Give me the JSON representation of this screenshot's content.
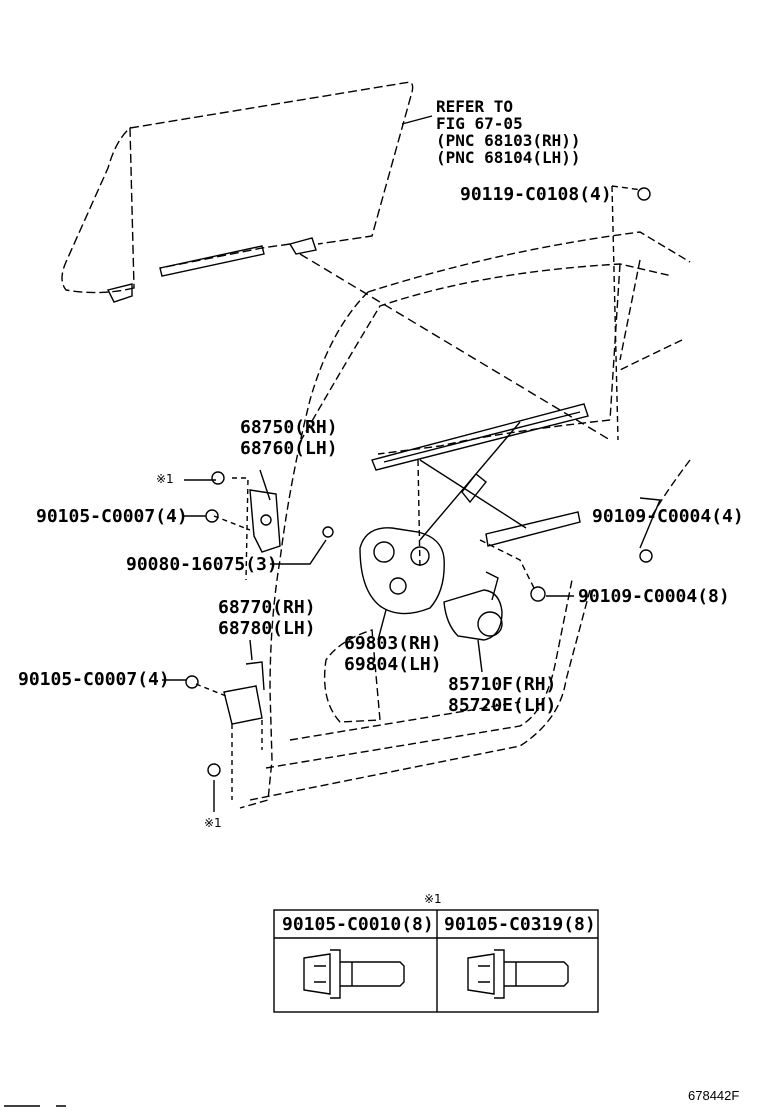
{
  "refer": {
    "line1": "REFER TO",
    "line2": "FIG 67-05",
    "line3": "(PNC 68103(RH))",
    "line4": "(PNC 68104(LH))"
  },
  "labels": {
    "p90119": "90119-C0108(4)",
    "p68750": "68750(RH)",
    "p68760": "68760(LH)",
    "mark1_top": "※1",
    "p90105_a": "90105-C0007(4)",
    "p90080": "90080-16075(3)",
    "p90109_a": "90109-C0004(4)",
    "p90109_b": "90109-C0004(8)",
    "p68770": "68770(RH)",
    "p68780": "68780(LH)",
    "p69803": "69803(RH)",
    "p69804": "69804(LH)",
    "p90105_b": "90105-C0007(4)",
    "p85710": "85710F(RH)",
    "p85720": "85720E(LH)",
    "mark1_bottom": "※1"
  },
  "table": {
    "mark": "※1",
    "col1": "90105-C0010(8)",
    "col2": "90105-C0319(8)"
  },
  "ref_code": "678442F"
}
